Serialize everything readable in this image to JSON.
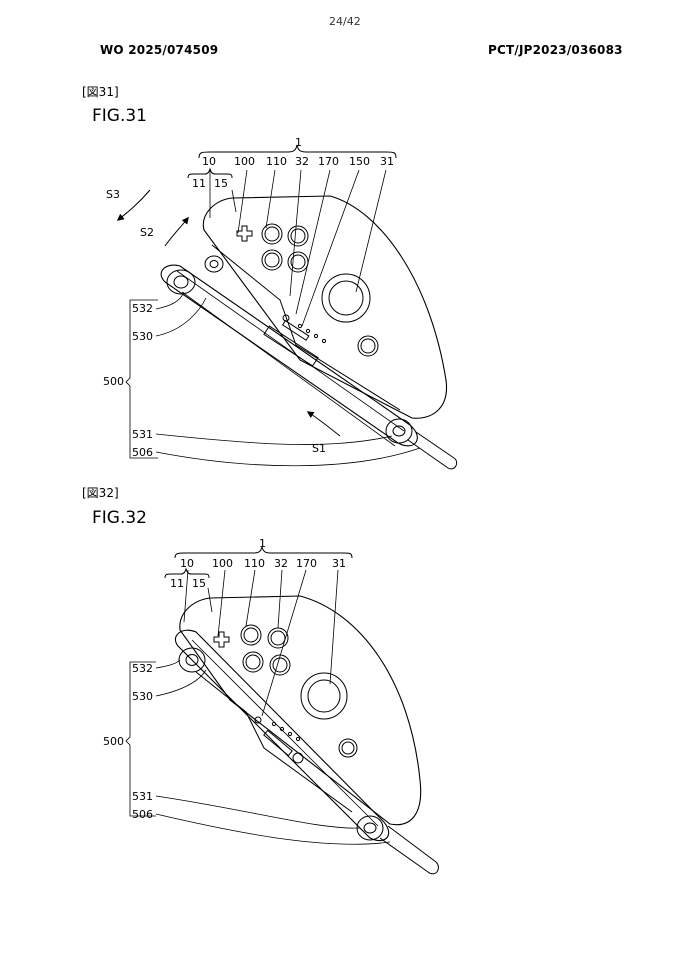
{
  "page": {
    "number": "24/42",
    "pub_number": "WO 2025/074509",
    "app_number": "PCT/JP2023/036083"
  },
  "figures": [
    {
      "tag": "[図31]",
      "label": "FIG.31",
      "refs": {
        "r1": "1",
        "r10": "10",
        "r100": "100",
        "r110": "110",
        "r32": "32",
        "r170": "170",
        "r150": "150",
        "r31": "31",
        "r11": "11",
        "r15": "15",
        "s3": "S3",
        "s2": "S2",
        "s1": "S1",
        "r532": "532",
        "r530": "530",
        "r500": "500",
        "r531": "531",
        "r506": "506"
      }
    },
    {
      "tag": "[図32]",
      "label": "FIG.32",
      "refs": {
        "r1": "1",
        "r10": "10",
        "r100": "100",
        "r110": "110",
        "r32": "32",
        "r170": "170",
        "r31": "31",
        "r11": "11",
        "r15": "15",
        "r532": "532",
        "r530": "530",
        "r500": "500",
        "r531": "531",
        "r506": "506"
      }
    }
  ]
}
